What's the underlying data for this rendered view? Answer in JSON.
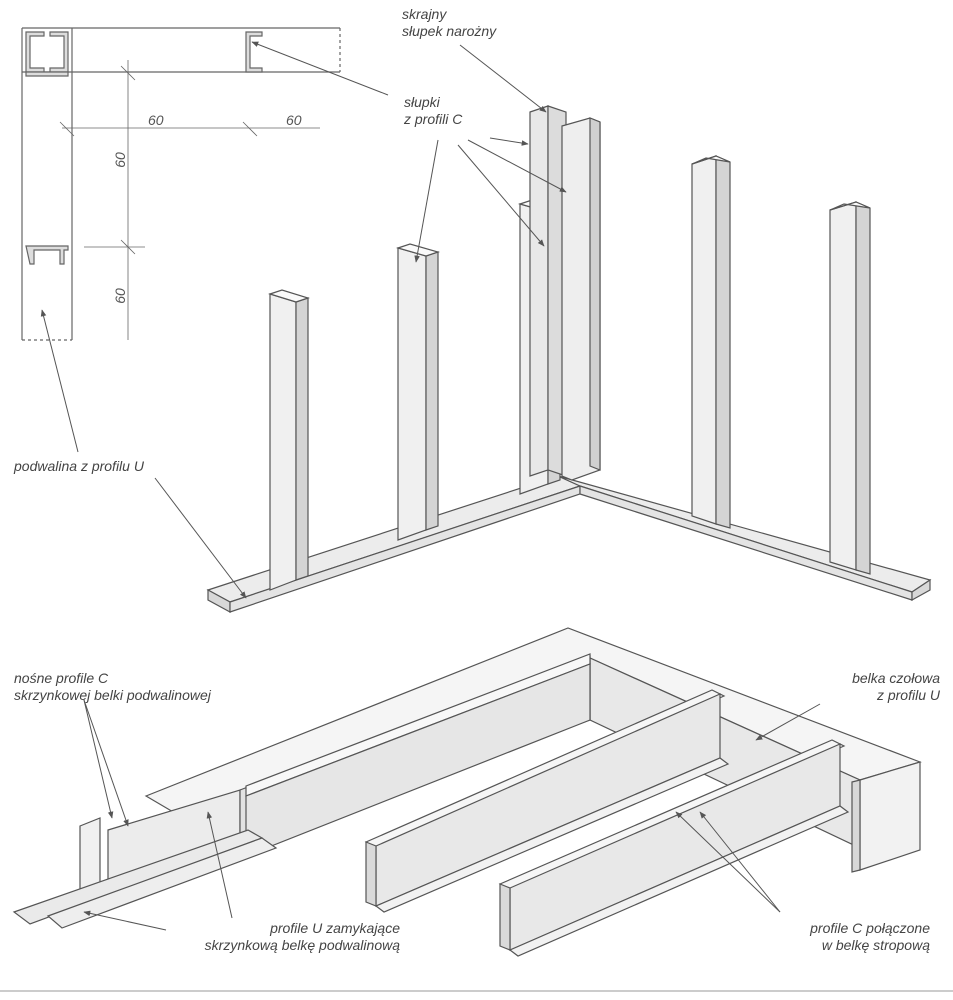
{
  "labels": {
    "corner_post": [
      "skrajny",
      "słupek narożny"
    ],
    "c_posts": [
      "słupki",
      "z profili C"
    ],
    "sill": "podwalina z profilu U",
    "box_c": [
      "nośne profile C",
      "skrzynkowej belki podwalinowej"
    ],
    "rim_beam": [
      "belka czołowa",
      "z profilu U"
    ],
    "box_u": [
      "profile U zamykające",
      "skrzynkową belkę podwalinową"
    ],
    "joist_c": [
      "profile C połączone",
      "w belkę stropową"
    ]
  },
  "dimensions": {
    "d1": "60",
    "d2": "60",
    "d3": "60",
    "d4": "60"
  }
}
